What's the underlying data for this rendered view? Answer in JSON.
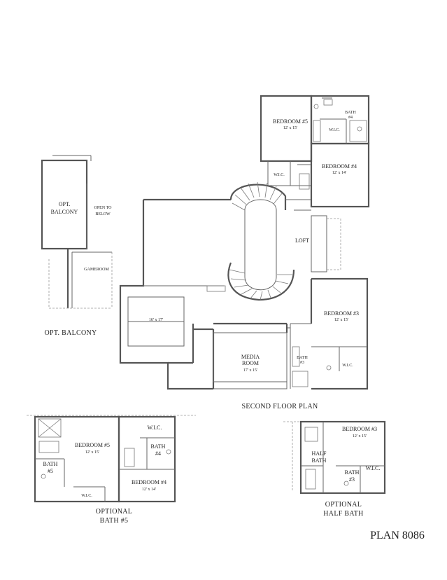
{
  "plan": {
    "second_floor_title": "SECOND FLOOR PLAN",
    "plan_number": "PLAN 8086"
  },
  "rooms": {
    "bedroom5": {
      "name": "BEDROOM #5",
      "size": "12' x 15'"
    },
    "bath4": {
      "name": "BATH",
      "num": "#4"
    },
    "wic_bath4": "W.I.C.",
    "bedroom4": {
      "name": "BEDROOM #4",
      "size": "12' x 14'"
    },
    "wic_bed5": "W.I.C.",
    "loft": "LOFT",
    "bedroom3": {
      "name": "BEDROOM #3",
      "size": "12' x 15'"
    },
    "media": {
      "name1": "MEDIA",
      "name2": "ROOM",
      "size": "17' x 15'"
    },
    "bath3": {
      "name": "BATH",
      "num": "#3"
    },
    "wic_bed3": "W.I.C.",
    "open_area_size": "16' x 17'"
  },
  "opt_balcony": {
    "name1": "OPT.",
    "name2": "BALCONY",
    "open1": "OPEN TO",
    "open2": "BELOW",
    "gameroom": "GAMEROOM",
    "caption": "OPT. BALCONY"
  },
  "opt_bath5": {
    "bedroom5": {
      "name": "BEDROOM #5",
      "size": "12' x 15'"
    },
    "bath5": {
      "name": "BATH",
      "num": "#5"
    },
    "wic_top": "W.I.C.",
    "bath4": {
      "name": "BATH",
      "num": "#4"
    },
    "bedroom4": {
      "name": "BEDROOM #4",
      "size": "12' x 14'"
    },
    "wic_bottom": "W.I.C.",
    "caption1": "OPTIONAL",
    "caption2": "BATH #5"
  },
  "opt_half_bath": {
    "bedroom3": {
      "name": "BEDROOM #3",
      "size": "12' x 15'"
    },
    "half_bath1": "HALF",
    "half_bath2": "BATH",
    "wic": "W.I.C.",
    "bath3": {
      "name": "BATH",
      "num": "#3"
    },
    "caption1": "OPTIONAL",
    "caption2": "HALF BATH"
  }
}
